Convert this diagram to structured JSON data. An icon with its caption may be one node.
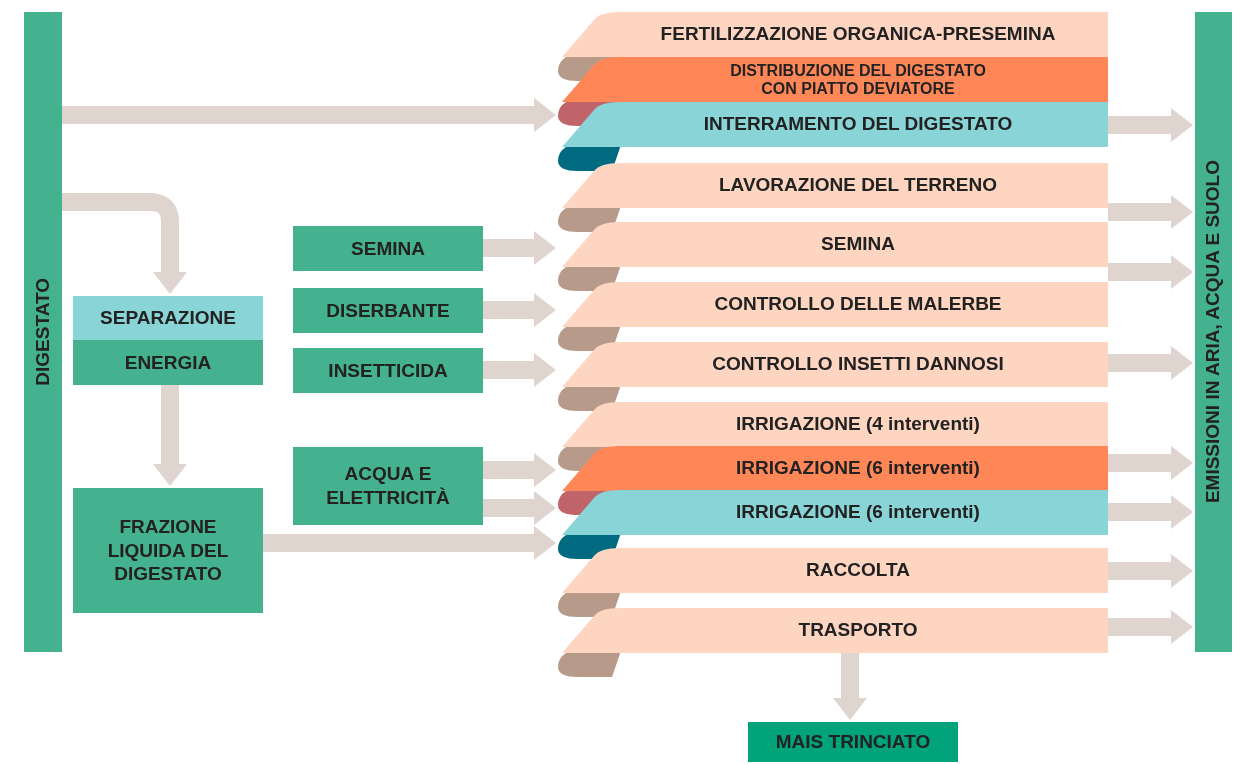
{
  "diagram": {
    "nodes": [
      {
        "text": [
          "DIGESTATO"
        ]
      },
      {
        "text": [
          "SEPARAZIONE"
        ]
      },
      {
        "text": [
          "ENERGIA"
        ]
      },
      {
        "text": [
          "FRAZIONE LIQUIDA DEL DIGESTATO"
        ]
      },
      {
        "text": [
          "SEMINA"
        ]
      },
      {
        "text": [
          "DISERBANTE"
        ]
      },
      {
        "text": [
          "INSETTICIDA"
        ]
      },
      {
        "text": [
          "ACQUA E ELETTRICITÀ"
        ]
      },
      {
        "text": [
          "FERTILIZZAZIONE ORGANICA-PRESEMINA"
        ]
      },
      {
        "text": [
          "DISTRIBUZIONE DEL DIGESTATO CON PIATTO DEVIATORE"
        ]
      },
      {
        "text": [
          "INTERRAMENTO DEL DIGESTATO"
        ]
      },
      {
        "text": [
          "LAVORAZIONE DEL TERRENO"
        ]
      },
      {
        "text": [
          "SEMINA"
        ]
      },
      {
        "text": [
          "CONTROLLO DELLE MALERBE"
        ]
      },
      {
        "text": [
          "CONTROLLO INSETTI DANNOSI"
        ]
      },
      {
        "text": [
          "IRRIGAZIONE (4 interventi)"
        ]
      },
      {
        "text": [
          "IRRIGAZIONE (6 interventi)"
        ]
      },
      {
        "text": [
          "IRRIGAZIONE (6 interventi)"
        ]
      },
      {
        "text": [
          "RACCOLTA"
        ]
      },
      {
        "text": [
          "TRASPORTO"
        ]
      },
      {
        "text": [
          "EMISSIONI IN ARIA, ACQUA E SUOLO"
        ]
      },
      {
        "text": [
          "MAIS TRINCIATO"
        ]
      }
    ],
    "edges": [
      {
        "from": 0,
        "to": 10,
        "arrow": "to"
      },
      {
        "from": 0,
        "to": 1,
        "arrow": "to"
      },
      {
        "from": 2,
        "to": 3,
        "arrow": "to"
      },
      {
        "from": 4,
        "to": 12,
        "arrow": "to"
      },
      {
        "from": 5,
        "to": 13,
        "arrow": "to"
      },
      {
        "from": 6,
        "to": 14,
        "arrow": "to"
      },
      {
        "from": 7,
        "to": 16,
        "arrow": "to"
      },
      {
        "from": 7,
        "to": 17,
        "arrow": "to"
      },
      {
        "from": 3,
        "to": 17,
        "arrow": "to"
      },
      {
        "from": 10,
        "to": 20,
        "arrow": "to"
      },
      {
        "from": 11,
        "to": 20,
        "arrow": "to"
      },
      {
        "from": 12,
        "to": 20,
        "arrow": "to"
      },
      {
        "from": 14,
        "to": 20,
        "arrow": "to"
      },
      {
        "from": 16,
        "to": 20,
        "arrow": "to"
      },
      {
        "from": 17,
        "to": 20,
        "arrow": "to"
      },
      {
        "from": 18,
        "to": 20,
        "arrow": "to"
      },
      {
        "from": 19,
        "to": 20,
        "arrow": "to"
      },
      {
        "from": 19,
        "to": 21,
        "arrow": "to"
      }
    ]
  }
}
